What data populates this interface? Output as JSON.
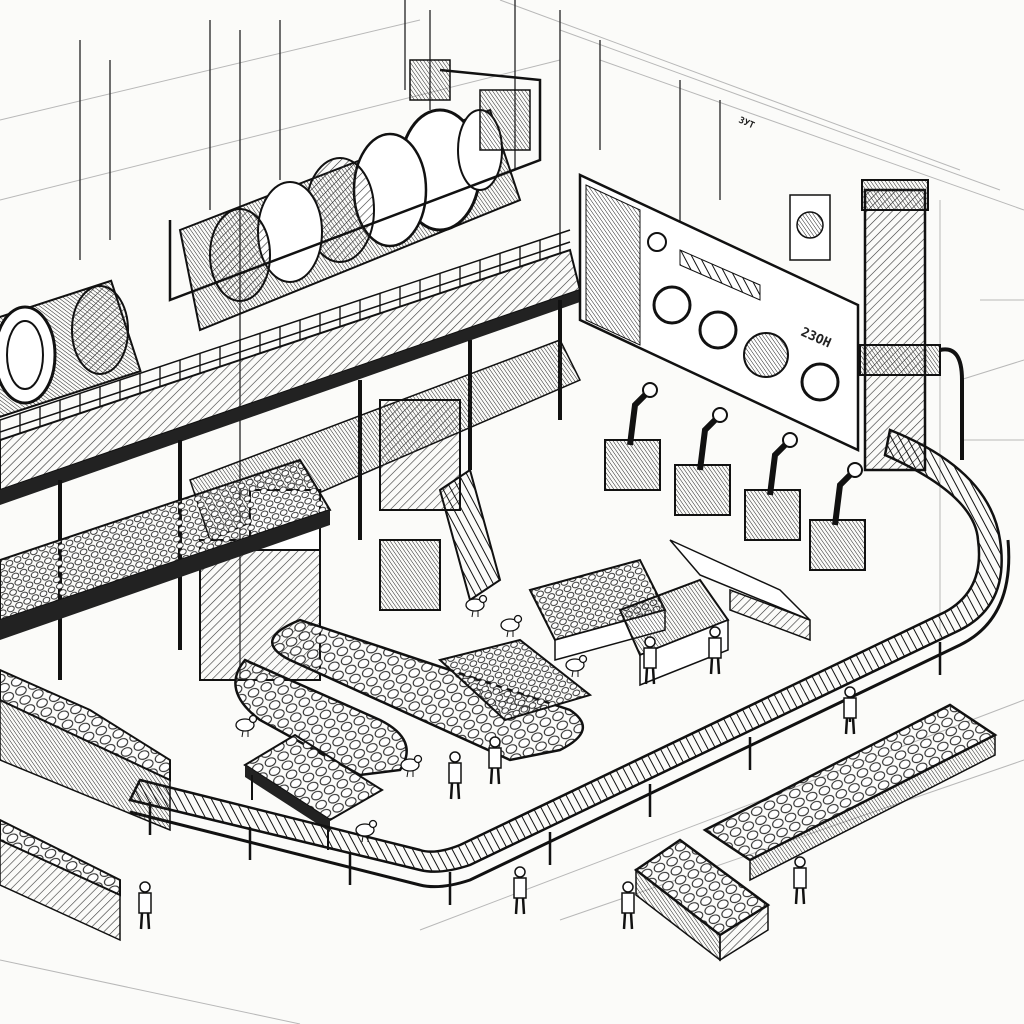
{
  "scene": {
    "style": "black-and-white pen-and-ink isometric technical illustration",
    "palette": {
      "ink": "#1a1a1a",
      "mid": "#555555",
      "light": "#9a9a9a",
      "paper": "#fbfbf9"
    }
  },
  "display_board": {
    "readout_text": "2ЗОН",
    "small_text": "ЗУТ",
    "gauges": [
      "round-gauge-icon",
      "dial-gauge-icon",
      "dial-gauge-icon",
      "round-gauge-icon"
    ]
  }
}
